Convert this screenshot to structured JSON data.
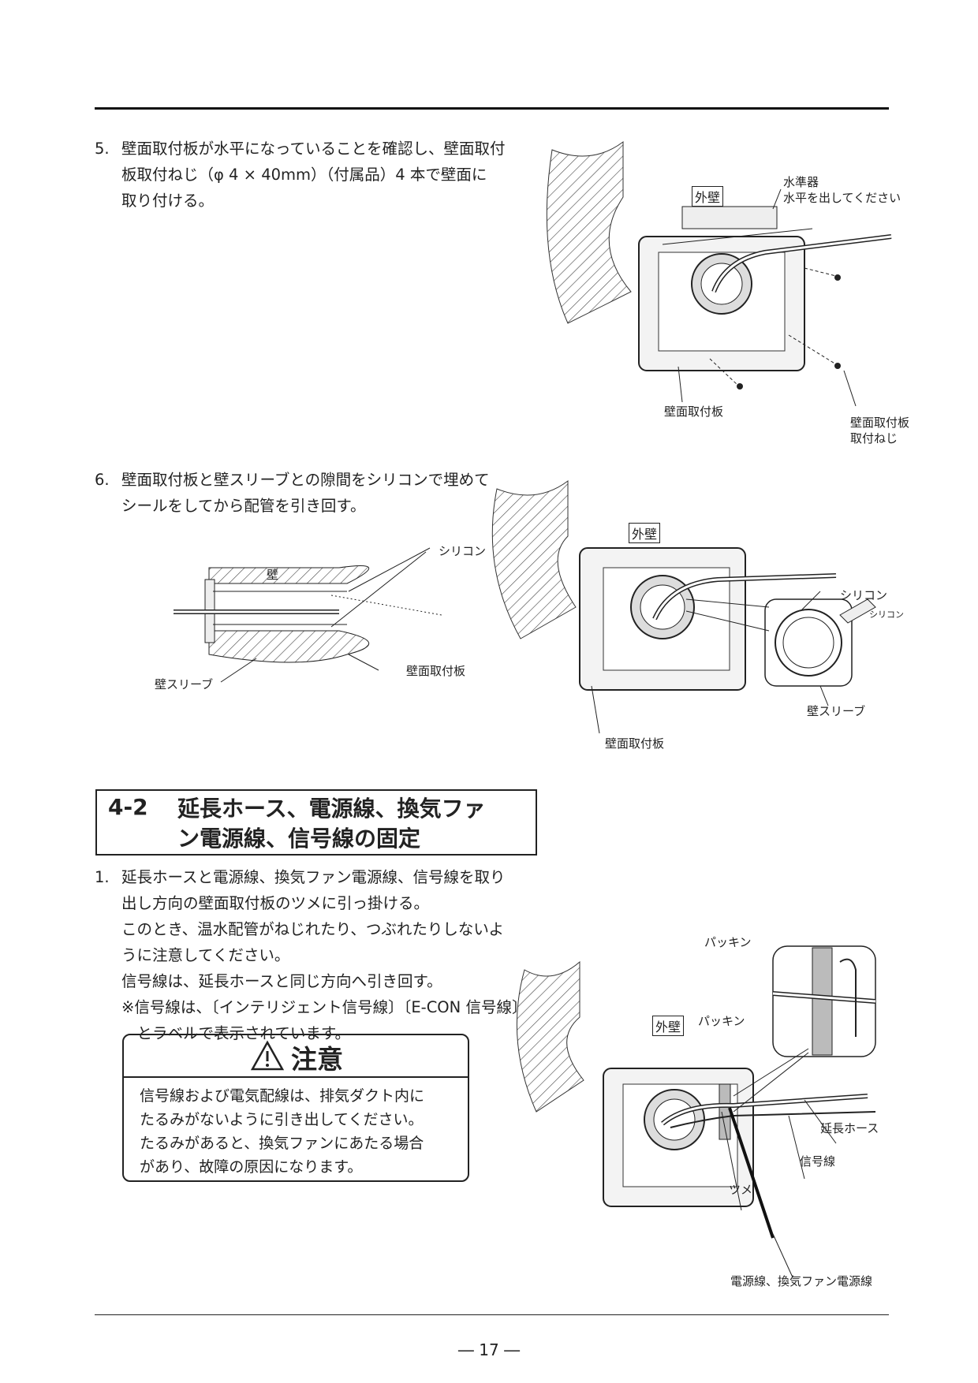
{
  "step5": {
    "num": "5.",
    "lines": [
      "壁面取付板が水平になっていることを確認し、壁面取付",
      "板取付ねじ（φ 4 × 40mm）（付属品）4 本で壁面に",
      "取り付ける。"
    ]
  },
  "step6": {
    "num": "6.",
    "lines": [
      "壁面取付板と壁スリーブとの隙間をシリコンで埋めて",
      "シールをしてから配管を引き回す。"
    ]
  },
  "fig1": {
    "outer_wall": "外壁",
    "level": "水準器",
    "level_note": "水平を出してください",
    "plate": "壁面取付板",
    "screw_line1": "壁面取付板",
    "screw_line2": "取付ねじ"
  },
  "fig2": {
    "silicon": "シリコン",
    "wall": "壁",
    "sleeve": "壁スリーブ",
    "plate": "壁面取付板"
  },
  "fig3": {
    "outer_wall": "外壁",
    "silicon": "シリコン",
    "tube": "シリコン",
    "sleeve": "壁スリーブ",
    "plate": "壁面取付板"
  },
  "section": {
    "num": "4-2",
    "title_lines": [
      "延長ホース、電源線、換気ファ",
      "ン電源線、信号線の固定"
    ]
  },
  "step1": {
    "num": "1.",
    "lines": [
      "延長ホースと電源線、換気ファン電源線、信号線を取り",
      "出し方向の壁面取付板のツメに引っ掛ける。",
      "このとき、温水配管がねじれたり、つぶれたりしないよ",
      "うに注意してください。",
      "信号線は、延長ホースと同じ方向へ引き回す。",
      "※信号線は、〔インテリジェント信号線〕〔E-CON 信号線〕",
      "　とラベルで表示されています。"
    ]
  },
  "caution": {
    "title": "注意",
    "lines": [
      "信号線および電気配線は、排気ダクト内に",
      "たるみがないように引き出してください。",
      "たるみがあると、換気ファンにあたる場合",
      "があり、故障の原因になります。"
    ]
  },
  "fig4": {
    "packing_top": "パッキン",
    "outer_wall": "外壁",
    "packing": "パッキン",
    "hose": "延長ホース",
    "signal": "信号線",
    "claw": "ツメ",
    "power": "電源線、換気ファン電源線"
  },
  "page_number": "― 17 ―"
}
